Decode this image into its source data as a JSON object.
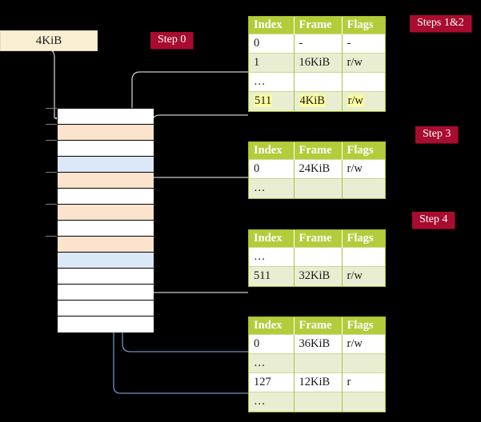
{
  "diagram": {
    "title_hidden": "",
    "virtual_page_box": {
      "label": "4KiB"
    },
    "steps": [
      {
        "id": "step0",
        "label": "Step 0"
      },
      {
        "id": "step12",
        "label": "Steps 1&2"
      },
      {
        "id": "step3",
        "label": "Step 3"
      },
      {
        "id": "step4",
        "label": "Step 4"
      }
    ],
    "colors": {
      "badge_bg": "#a80c2e",
      "badge_text": "#ffffff",
      "table_header_bg": "#b3cc3b",
      "table_alt_row_bg": "#e9eed2",
      "table_border": "#9dbd2e",
      "highlight": "#fbfba0",
      "vbox_bg": "#fbefd3",
      "mem_orange": "#fce3cd",
      "mem_blue": "#dbe8f7",
      "mem_white": "#ffffff",
      "wire_gray": "#c9c9c9",
      "wire_blue": "#6f8fc0",
      "background": "#000000"
    },
    "memory_column": {
      "name": "physical-memory-frames",
      "rows": [
        {
          "index": 0,
          "fill": "white"
        },
        {
          "index": 1,
          "fill": "orange"
        },
        {
          "index": 2,
          "fill": "white"
        },
        {
          "index": 3,
          "fill": "blue"
        },
        {
          "index": 4,
          "fill": "orange"
        },
        {
          "index": 5,
          "fill": "white"
        },
        {
          "index": 6,
          "fill": "orange"
        },
        {
          "index": 7,
          "fill": "white"
        },
        {
          "index": 8,
          "fill": "orange"
        },
        {
          "index": 9,
          "fill": "blue"
        },
        {
          "index": 10,
          "fill": "white"
        },
        {
          "index": 11,
          "fill": "white"
        },
        {
          "index": 12,
          "fill": "white"
        },
        {
          "index": 13,
          "fill": "white"
        }
      ],
      "ticks_at_rows": [
        0,
        1,
        2,
        4,
        6,
        8
      ]
    },
    "page_tables": [
      {
        "name": "level4-page-table",
        "headers": [
          "Index",
          "Frame",
          "Flags"
        ],
        "rows": [
          {
            "cells": [
              "0",
              "-",
              "-"
            ],
            "alt": false,
            "highlight": false
          },
          {
            "cells": [
              "1",
              "16KiB",
              "r/w"
            ],
            "alt": true,
            "highlight": false
          },
          {
            "cells": [
              "…",
              "",
              ""
            ],
            "alt": false,
            "highlight": false
          },
          {
            "cells": [
              "511",
              "4KiB",
              "r/w"
            ],
            "alt": true,
            "highlight": true
          }
        ]
      },
      {
        "name": "level3-page-table",
        "headers": [
          "Index",
          "Frame",
          "Flags"
        ],
        "rows": [
          {
            "cells": [
              "0",
              "24KiB",
              "r/w"
            ],
            "alt": false,
            "highlight": false
          },
          {
            "cells": [
              "…",
              "",
              ""
            ],
            "alt": true,
            "highlight": false
          }
        ]
      },
      {
        "name": "level2-page-table",
        "headers": [
          "Index",
          "Frame",
          "Flags"
        ],
        "rows": [
          {
            "cells": [
              "…",
              "",
              ""
            ],
            "alt": false,
            "highlight": false
          },
          {
            "cells": [
              "511",
              "32KiB",
              "r/w"
            ],
            "alt": true,
            "highlight": false
          }
        ]
      },
      {
        "name": "level1-page-table",
        "headers": [
          "Index",
          "Frame",
          "Flags"
        ],
        "rows": [
          {
            "cells": [
              "0",
              "36KiB",
              "r/w"
            ],
            "alt": false,
            "highlight": false
          },
          {
            "cells": [
              "…",
              "",
              ""
            ],
            "alt": true,
            "highlight": false
          },
          {
            "cells": [
              "127",
              "12KiB",
              "r"
            ],
            "alt": false,
            "highlight": false
          },
          {
            "cells": [
              "…",
              "",
              ""
            ],
            "alt": true,
            "highlight": false
          }
        ]
      }
    ]
  }
}
